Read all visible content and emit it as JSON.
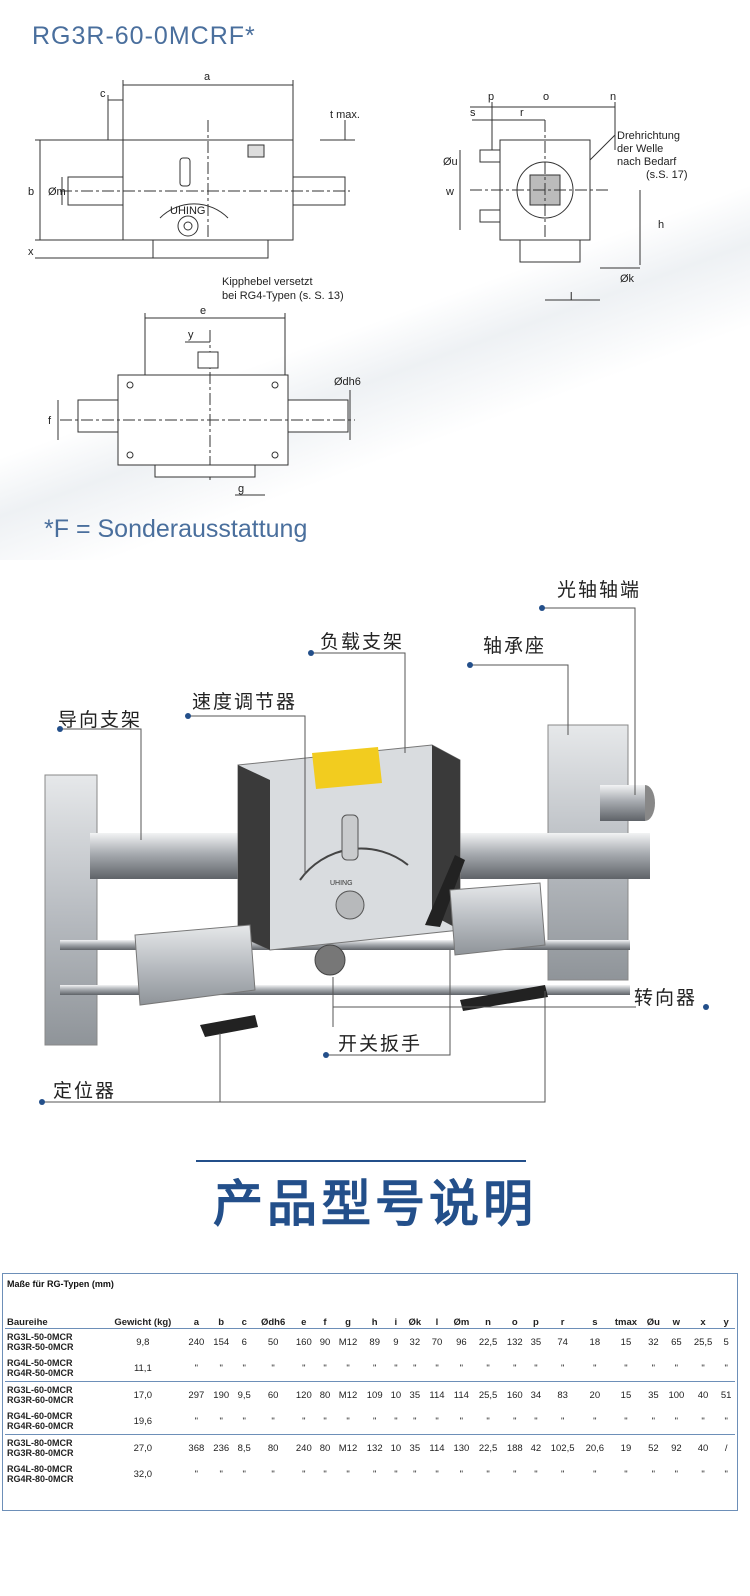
{
  "drawing": {
    "model_title": "RG3R-60-0MCRF*",
    "footnote": "*F = Sonderausstattung",
    "labels": {
      "a": "a",
      "c": "c",
      "b": "b",
      "x": "x",
      "m": "Øm",
      "tmax": "t max.",
      "p": "p",
      "o": "o",
      "n": "n",
      "s": "s",
      "r": "r",
      "u": "Øu",
      "w": "w",
      "h": "h",
      "k": "Øk",
      "l": "l",
      "e": "e",
      "y": "y",
      "f": "f",
      "g": "g",
      "d": "Ødh6"
    },
    "brand": "UHING",
    "note_kipphebel": [
      "Kipphebel versetzt",
      "bei RG4-Typen (s. S. 13)"
    ],
    "note_drehrichtung": [
      "Drehrichtung",
      "der Welle",
      "nach Bedarf",
      "(s.S. 17)"
    ]
  },
  "photo": {
    "callouts": {
      "shaft_end": "光轴轴端",
      "load_bracket": "负载支架",
      "bearing_seat": "轴承座",
      "speed_regulator": "速度调节器",
      "guide_bracket": "导向支架",
      "reverser": "转向器",
      "switch_lever": "开关扳手",
      "positioner": "定位器"
    },
    "brand": "UHING"
  },
  "heading": {
    "text": "产品型号说明"
  },
  "table": {
    "title": "Maße für RG-Typen (mm)",
    "columns": [
      "Baureihe",
      "Gewicht (kg)",
      "a",
      "b",
      "c",
      "Ødh6",
      "e",
      "f",
      "g",
      "h",
      "i",
      "Øk",
      "l",
      "Øm",
      "n",
      "o",
      "p",
      "r",
      "s",
      "tmax",
      "Øu",
      "w",
      "x",
      "y"
    ],
    "rows": [
      {
        "models": [
          "RG3L-50-0MCR",
          "RG3R-50-0MCR"
        ],
        "values": [
          "9,8",
          "240",
          "154",
          "6",
          "50",
          "160",
          "90",
          "M12",
          "89",
          "9",
          "32",
          "70",
          "96",
          "22,5",
          "132",
          "35",
          "74",
          "18",
          "15",
          "32",
          "65",
          "25,5",
          "5"
        ],
        "group_end": false
      },
      {
        "models": [
          "RG4L-50-0MCR",
          "RG4R-50-0MCR"
        ],
        "values": [
          "11,1",
          "\"",
          "\"",
          "\"",
          "\"",
          "\"",
          "\"",
          "\"",
          "\"",
          "\"",
          "\"",
          "\"",
          "\"",
          "\"",
          "\"",
          "\"",
          "\"",
          "\"",
          "\"",
          "\"",
          "\"",
          "\"",
          "\""
        ],
        "group_end": true
      },
      {
        "models": [
          "RG3L-60-0MCR",
          "RG3R-60-0MCR"
        ],
        "values": [
          "17,0",
          "297",
          "190",
          "9,5",
          "60",
          "120",
          "80",
          "M12",
          "109",
          "10",
          "35",
          "114",
          "114",
          "25,5",
          "160",
          "34",
          "83",
          "20",
          "15",
          "35",
          "100",
          "40",
          "51"
        ],
        "group_end": false
      },
      {
        "models": [
          "RG4L-60-0MCR",
          "RG4R-60-0MCR"
        ],
        "values": [
          "19,6",
          "\"",
          "\"",
          "\"",
          "\"",
          "\"",
          "\"",
          "\"",
          "\"",
          "\"",
          "\"",
          "\"",
          "\"",
          "\"",
          "\"",
          "\"",
          "\"",
          "\"",
          "\"",
          "\"",
          "\"",
          "\"",
          "\""
        ],
        "group_end": true
      },
      {
        "models": [
          "RG3L-80-0MCR",
          "RG3R-80-0MCR"
        ],
        "values": [
          "27,0",
          "368",
          "236",
          "8,5",
          "80",
          "240",
          "80",
          "M12",
          "132",
          "10",
          "35",
          "114",
          "130",
          "22,5",
          "188",
          "42",
          "102,5",
          "20,6",
          "19",
          "52",
          "92",
          "40",
          "/"
        ],
        "group_end": false
      },
      {
        "models": [
          "RG4L-80-0MCR",
          "RG4R-80-0MCR"
        ],
        "values": [
          "32,0",
          "\"",
          "\"",
          "\"",
          "\"",
          "\"",
          "\"",
          "\"",
          "\"",
          "\"",
          "\"",
          "\"",
          "\"",
          "\"",
          "\"",
          "\"",
          "\"",
          "\"",
          "\"",
          "\"",
          "\"",
          "\"",
          "\""
        ],
        "group_end": false
      }
    ]
  }
}
